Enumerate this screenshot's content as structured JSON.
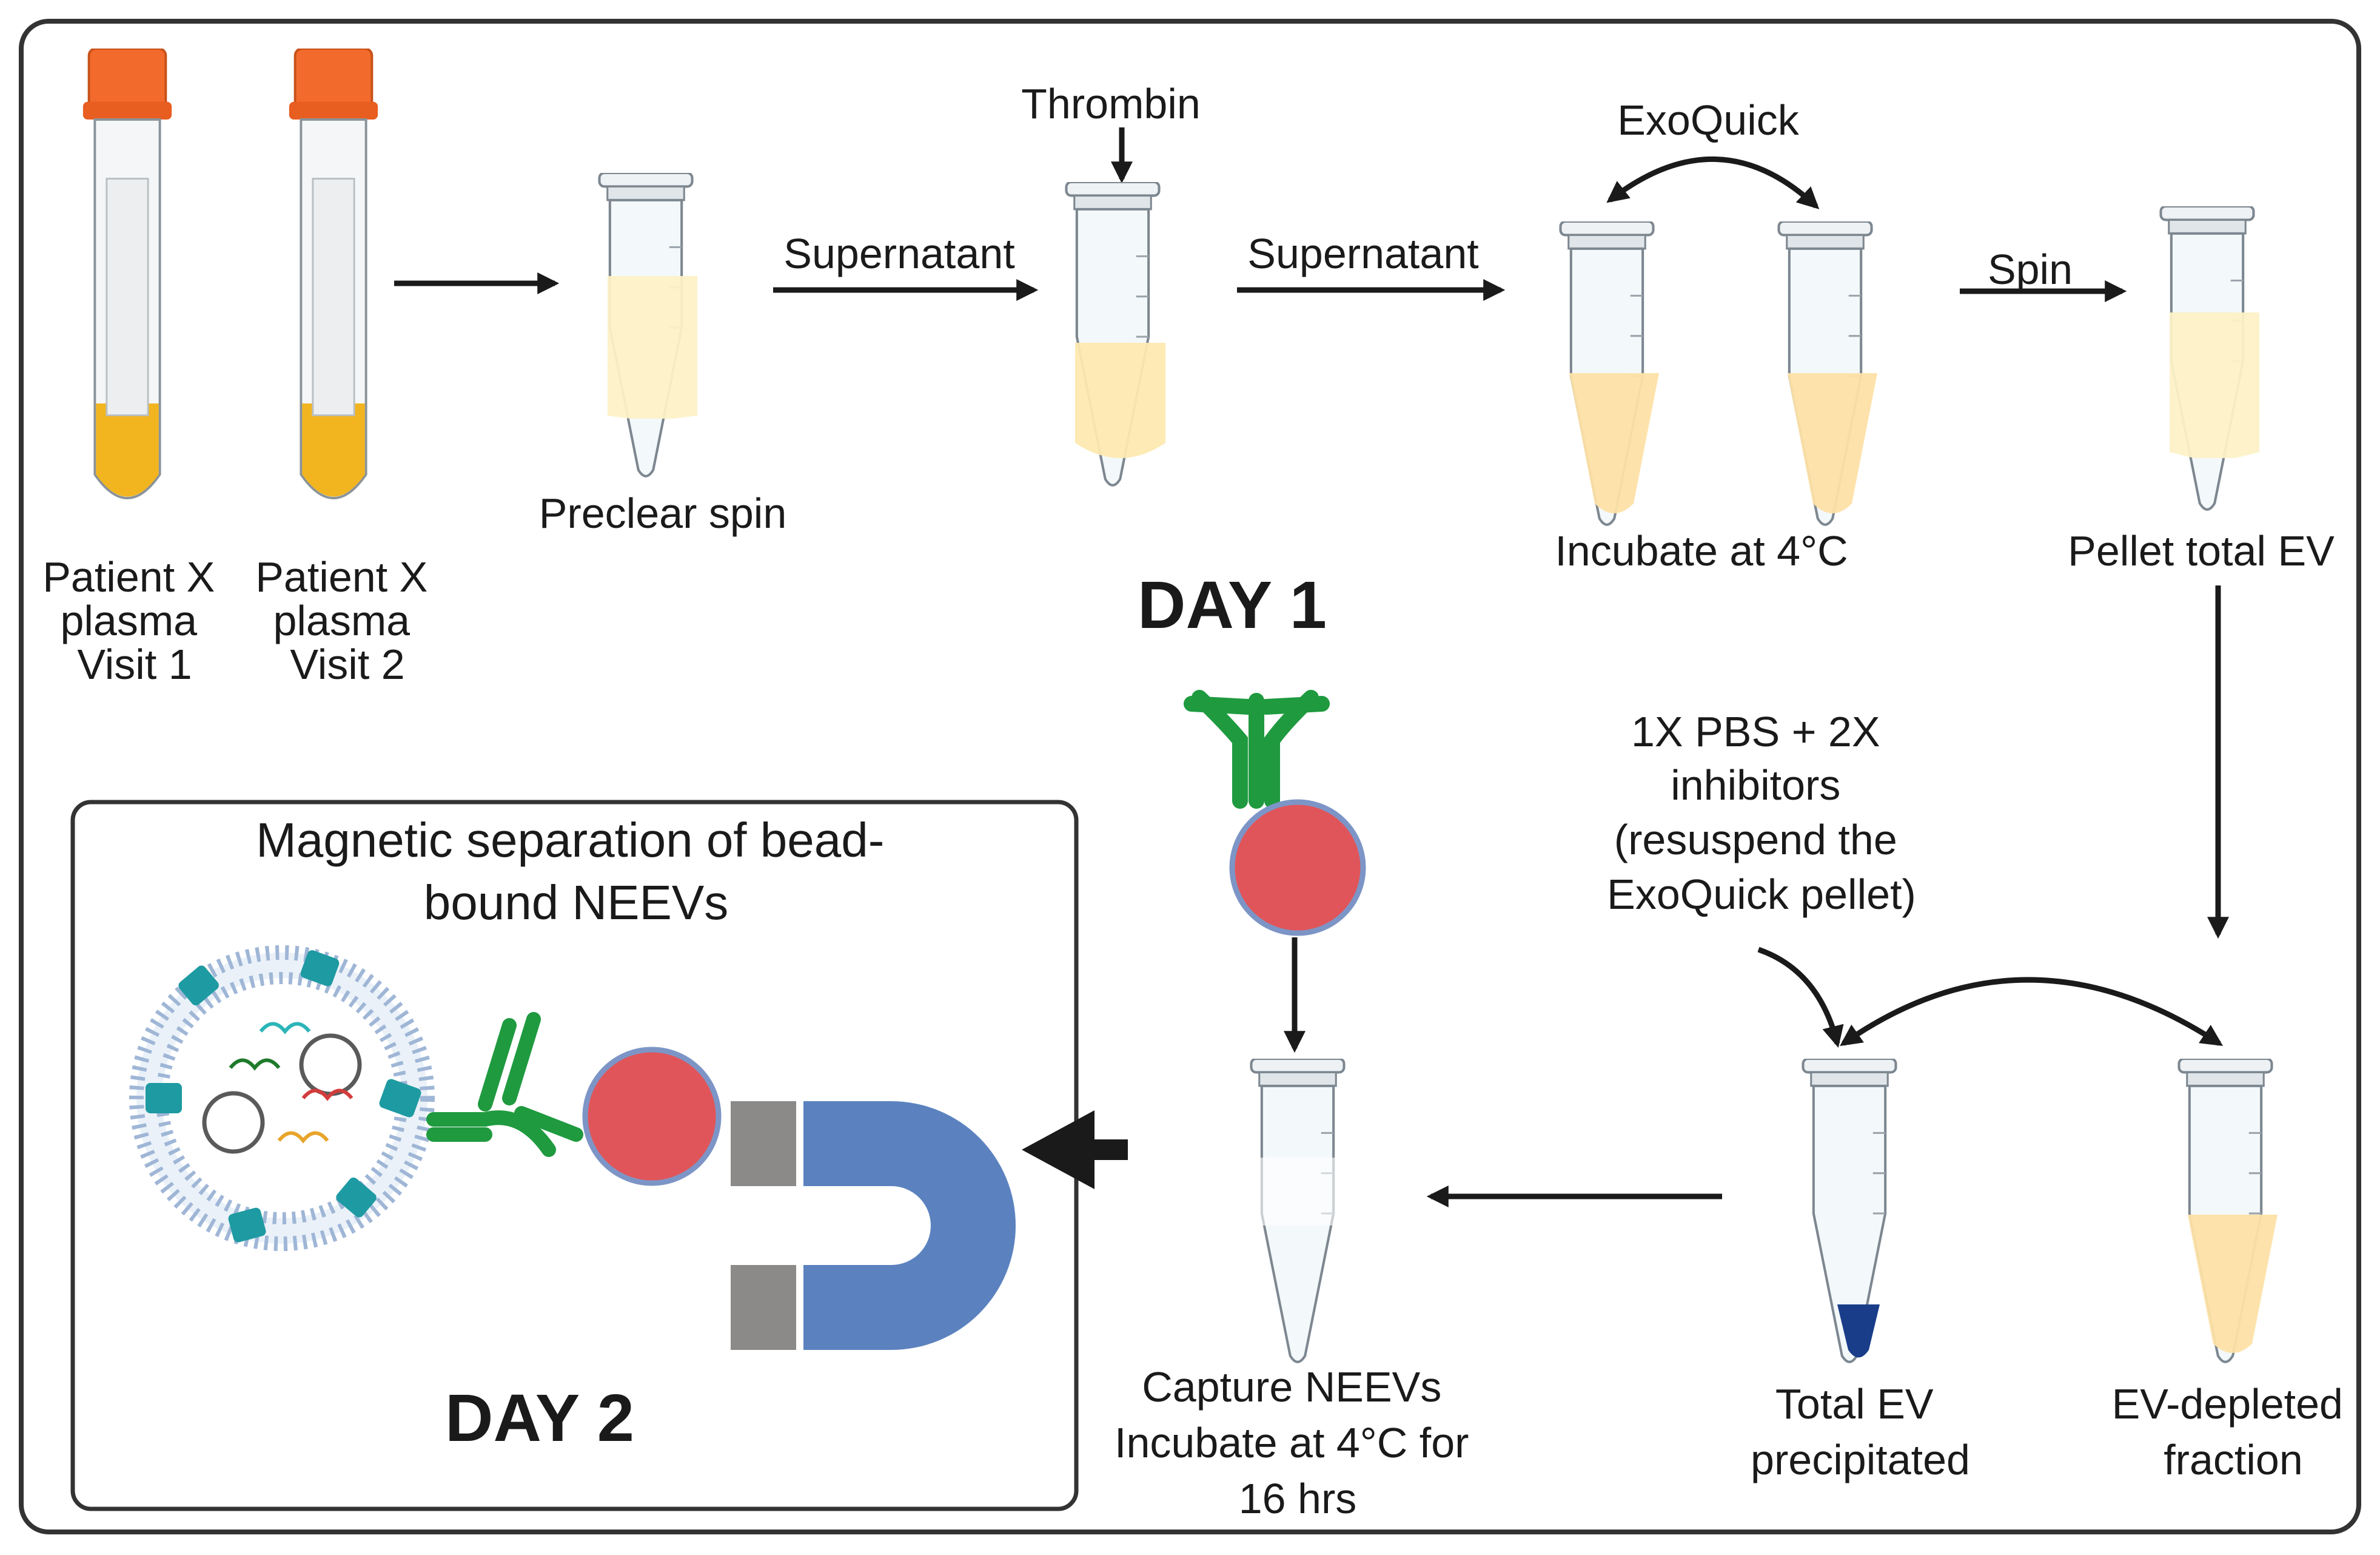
{
  "labels": {
    "patient_visit1": [
      "Patient X",
      "plasma",
      "Visit 1"
    ],
    "patient_visit2": [
      "Patient X",
      "plasma",
      "Visit 2"
    ],
    "preclear_spin": "Preclear spin",
    "supernatant_1": "Supernatant",
    "thrombin": "Thrombin",
    "supernatant_2": "Supernatant",
    "exoquick": "ExoQuick",
    "incubate_4c": "Incubate at 4°C",
    "spin": "Spin",
    "pellet_total_ev": "Pellet total EV",
    "day1": "DAY 1",
    "pbs_inhibitors": [
      "1X PBS + 2X",
      "inhibitors",
      "(resuspend the",
      "ExoQuick pellet)"
    ],
    "total_ev_precipitated": [
      "Total EV",
      "precipitated"
    ],
    "ev_depleted_fraction": [
      "EV-depleted",
      "fraction"
    ],
    "capture_neevs": [
      "Capture NEEVs",
      "Incubate at 4°C for",
      "16 hrs"
    ],
    "magnetic_separation": [
      "Magnetic separation of bead-",
      "bound NEEVs"
    ],
    "day2": "DAY 2"
  },
  "colors": {
    "tube_cap": "#f26a2c",
    "blood_plasma": "#f2b51f",
    "plasma_light": "#fde9b0",
    "plasma_pale": "#fdf1c6",
    "antibody": "#1f9a3f",
    "bead": "#e0555a",
    "magnet": "#5b82bf",
    "magnet_pole": "#8c8a88",
    "vesicle_protein": "#1e9aa2",
    "pellet": "#1a3d8a"
  }
}
